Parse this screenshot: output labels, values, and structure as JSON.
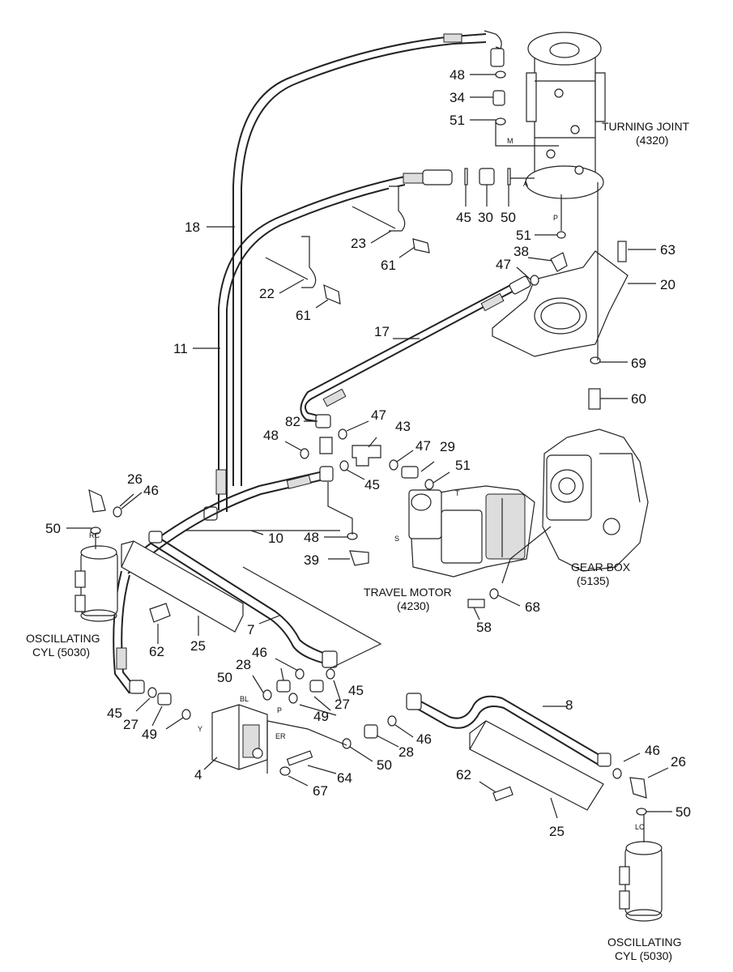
{
  "callouts": {
    "n18": "18",
    "n11": "11",
    "n22": "22",
    "n61a": "61",
    "n23": "23",
    "n61b": "61",
    "n48a": "48",
    "n34": "34",
    "n51a": "51",
    "n45a": "45",
    "n30": "30",
    "n50a": "50",
    "n51b": "51",
    "n38": "38",
    "n47a": "47",
    "n63": "63",
    "n20": "20",
    "n69": "69",
    "n60": "60",
    "n17": "17",
    "n82": "82",
    "n47b": "47",
    "n48b": "48",
    "n43": "43",
    "n47c": "47",
    "n29": "29",
    "n51c": "51",
    "n45b": "45",
    "n26a": "26",
    "n46a": "46",
    "n50b": "50",
    "n10": "10",
    "n48c": "48",
    "n39": "39",
    "n7": "7",
    "n62a": "62",
    "n25a": "25",
    "n58": "58",
    "n68": "68",
    "n46b": "46",
    "n28a": "28",
    "n50c": "50",
    "n27a": "27",
    "n45c": "45",
    "n49a": "49",
    "n45d": "45",
    "n27b": "27",
    "n49b": "49",
    "n4": "4",
    "n50d": "50",
    "n28b": "28",
    "n46c": "46",
    "n64": "64",
    "n67": "67",
    "n8": "8",
    "n46d": "46",
    "n26b": "26",
    "n62b": "62",
    "n25b": "25",
    "n50e": "50"
  },
  "labels": {
    "turning_joint": "TURNING JOINT",
    "turning_joint_code": "(4320)",
    "travel_motor": "TRAVEL MOTOR",
    "travel_motor_code": "(4230)",
    "gear_box": "GEAR BOX",
    "gear_box_code": "(5135)",
    "osc_left_1": "OSCILLATING",
    "osc_left_2": "CYL (5030)",
    "osc_right_1": "OSCILLATING",
    "osc_right_2": "CYL (5030)"
  },
  "ports": {
    "M": "M",
    "A": "A",
    "P_tj": "P",
    "T": "T",
    "S": "S",
    "RC": "RC",
    "LC": "LC",
    "BL": "BL",
    "P_v": "P",
    "ER": "ER",
    "Y": "Y"
  }
}
